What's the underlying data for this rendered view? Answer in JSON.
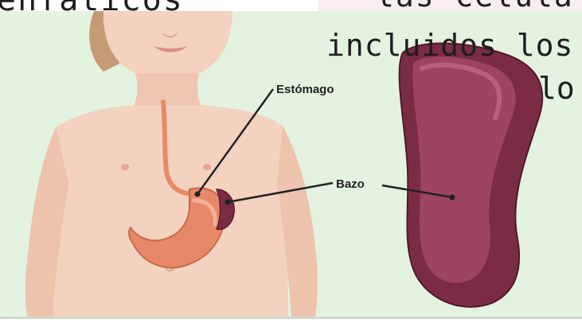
{
  "overlay_text": {
    "line1": "enfáticos",
    "line2": "las célula",
    "line3": "incluidos los",
    "line4": "lo"
  },
  "labels": {
    "stomach": "Estómago",
    "spleen": "Bazo"
  },
  "colors": {
    "background_panel": "#e4f2e0",
    "skin": "#f3d2bf",
    "stomach": "#e78968",
    "spleen": "#7b2c44",
    "pink_backdrop": "#f8eef1"
  }
}
